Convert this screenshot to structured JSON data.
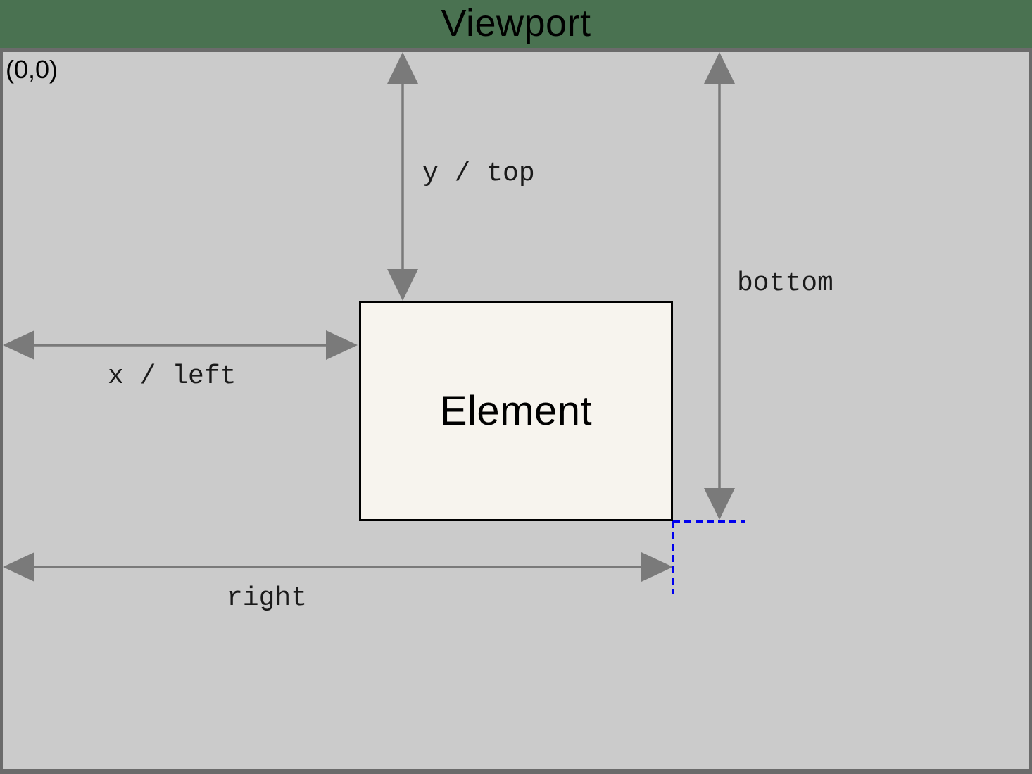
{
  "title": "Viewport",
  "origin_label": "(0,0)",
  "element": {
    "label": "Element"
  },
  "measurements": {
    "y_top": "y / top",
    "x_left": "x / left",
    "bottom": "bottom",
    "right": "right"
  },
  "colors": {
    "header_green": "#4a7251",
    "viewport_gray": "#cbcbcb",
    "frame_border": "#6b6b6b",
    "arrow_gray": "#7a7a7a",
    "element_fill": "#f7f4ee",
    "element_border": "#000000",
    "guide_blue": "#0000ee",
    "text_black": "#000000"
  }
}
